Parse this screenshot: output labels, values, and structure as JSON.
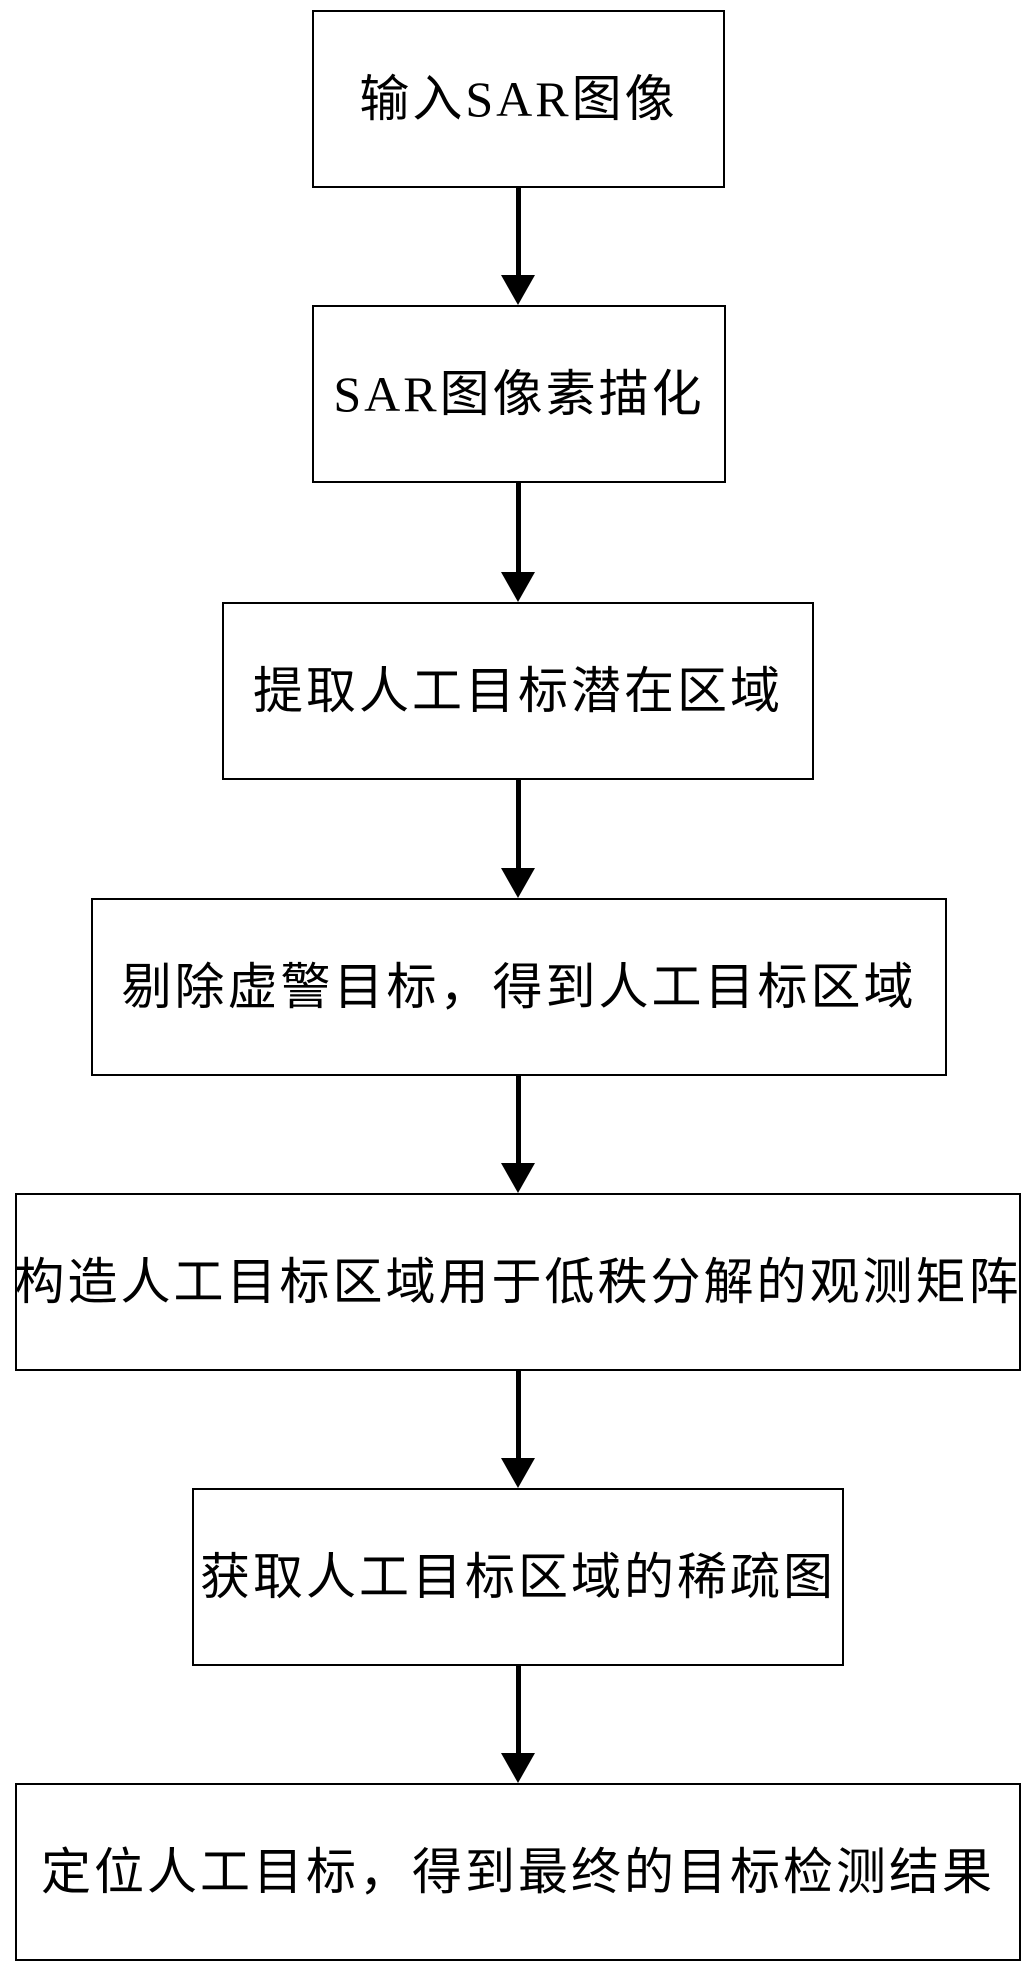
{
  "flowchart": {
    "type": "flowchart",
    "direction": "top-down",
    "colors": {
      "background": "#ffffff",
      "box_fill": "#ffffff",
      "box_border": "#000000",
      "text": "#000000",
      "arrow": "#000000"
    },
    "nodes": [
      {
        "id": "1",
        "label": "输入SAR图像"
      },
      {
        "id": "2",
        "label": "SAR图像素描化"
      },
      {
        "id": "3",
        "label": "提取人工目标潜在区域"
      },
      {
        "id": "4",
        "label": "剔除虚警目标，得到人工目标区域"
      },
      {
        "id": "5",
        "label": "构造人工目标区域用于低秩分解的观测矩阵"
      },
      {
        "id": "6",
        "label": "获取人工目标区域的稀疏图"
      },
      {
        "id": "7",
        "label": "定位人工目标，得到最终的目标检测结果"
      }
    ],
    "edges": [
      {
        "from": "1",
        "to": "2"
      },
      {
        "from": "2",
        "to": "3"
      },
      {
        "from": "3",
        "to": "4"
      },
      {
        "from": "4",
        "to": "5"
      },
      {
        "from": "5",
        "to": "6"
      },
      {
        "from": "6",
        "to": "7"
      }
    ]
  }
}
